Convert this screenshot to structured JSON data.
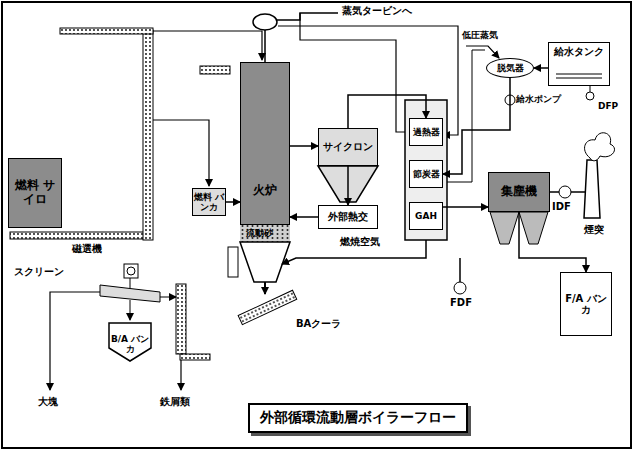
{
  "diagram": {
    "title": "外部循環流動層ボイラーフロー",
    "nodes": [
      {
        "text": [
          "給水タンク"
        ]
      },
      {
        "text": [
          "脱気器"
        ]
      },
      {
        "text": [
          "火炉"
        ]
      },
      {
        "text": [
          "サイクロン"
        ]
      },
      {
        "text": [
          "燃料 バンカ"
        ]
      },
      {
        "text": [
          "過熱器"
        ]
      },
      {
        "text": [
          "節炭器"
        ]
      },
      {
        "text": [
          "外部熱交"
        ]
      },
      {
        "text": [
          "集塵機"
        ]
      },
      {
        "text": [
          "GAH"
        ]
      },
      {
        "text": [
          "燃料 サイロ"
        ]
      },
      {
        "text": [
          "F/A バンカ"
        ]
      },
      {
        "text": [
          "B/A バンカ"
        ]
      }
    ],
    "edges": [
      {
        "from": 4,
        "to": 2,
        "arrow": "to"
      },
      {
        "from": 2,
        "to": 3,
        "arrow": "to"
      },
      {
        "from": 3,
        "to": 7,
        "arrow": "to"
      },
      {
        "from": 7,
        "to": 2,
        "arrow": "to"
      },
      {
        "from": 3,
        "to": 5,
        "arrow": "to"
      },
      {
        "from": 9,
        "to": 8,
        "arrow": "to"
      },
      {
        "from": 8,
        "to": 11,
        "arrow": "to"
      },
      {
        "from": 0,
        "to": 1,
        "arrow": "to"
      },
      {
        "from": 1,
        "to": 6,
        "arrow": "to"
      }
    ],
    "labels": [
      "蒸気タービンへ",
      "低圧蒸気",
      "DFP",
      "給水ポンプ",
      "流動砂",
      "磁選機",
      "スクリーン",
      "燃焼空気",
      "BAクーラ",
      "FDF",
      "IDF",
      "煙突",
      "大塊",
      "鉄屑類"
    ]
  }
}
